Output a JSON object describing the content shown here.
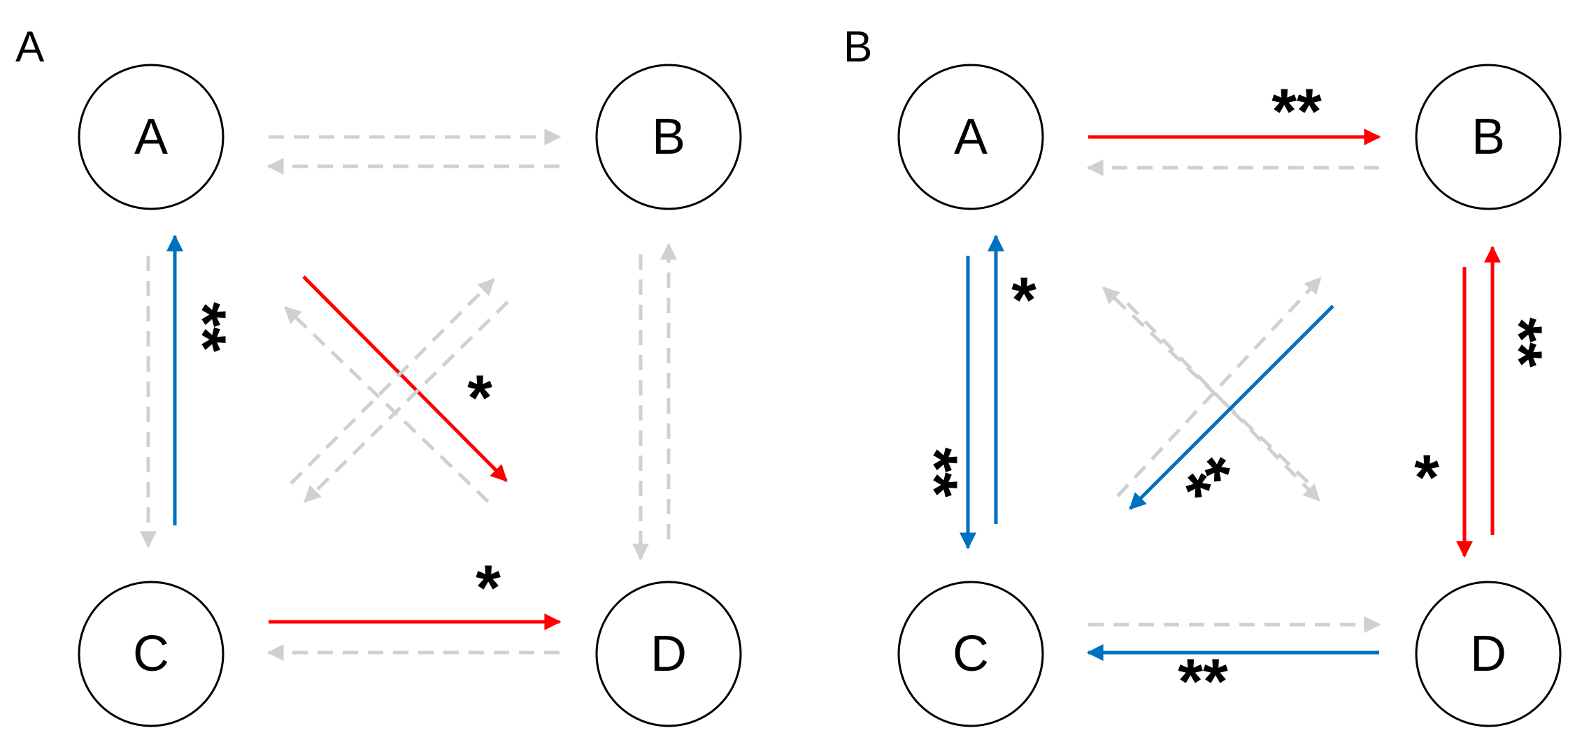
{
  "colors": {
    "increase": "#ff0000",
    "decrease": "#0070c0",
    "ns": "#d0d0d0",
    "stroke": "#000000"
  },
  "panels": [
    {
      "label": "A",
      "nodes": {
        "A": "A",
        "B": "B",
        "C": "C",
        "D": "D"
      },
      "edges": [
        {
          "from": "A",
          "to": "B",
          "status": "ns",
          "sig": ""
        },
        {
          "from": "B",
          "to": "A",
          "status": "ns",
          "sig": ""
        },
        {
          "from": "A",
          "to": "C",
          "status": "ns",
          "sig": ""
        },
        {
          "from": "C",
          "to": "A",
          "status": "decrease",
          "sig": "**"
        },
        {
          "from": "A",
          "to": "D",
          "status": "increase",
          "sig": "*"
        },
        {
          "from": "D",
          "to": "A",
          "status": "ns",
          "sig": ""
        },
        {
          "from": "B",
          "to": "C",
          "status": "ns",
          "sig": ""
        },
        {
          "from": "C",
          "to": "B",
          "status": "ns",
          "sig": ""
        },
        {
          "from": "B",
          "to": "D",
          "status": "ns",
          "sig": ""
        },
        {
          "from": "D",
          "to": "B",
          "status": "ns",
          "sig": ""
        },
        {
          "from": "C",
          "to": "D",
          "status": "increase",
          "sig": "*"
        },
        {
          "from": "D",
          "to": "C",
          "status": "ns",
          "sig": ""
        }
      ]
    },
    {
      "label": "B",
      "nodes": {
        "A": "A",
        "B": "B",
        "C": "C",
        "D": "D"
      },
      "edges": [
        {
          "from": "A",
          "to": "B",
          "status": "increase",
          "sig": "**"
        },
        {
          "from": "B",
          "to": "A",
          "status": "ns",
          "sig": ""
        },
        {
          "from": "A",
          "to": "C",
          "status": "decrease",
          "sig": "**"
        },
        {
          "from": "C",
          "to": "A",
          "status": "decrease",
          "sig": "*"
        },
        {
          "from": "A",
          "to": "D",
          "status": "ns",
          "sig": ""
        },
        {
          "from": "D",
          "to": "A",
          "status": "ns",
          "sig": ""
        },
        {
          "from": "B",
          "to": "C",
          "status": "decrease",
          "sig": "**"
        },
        {
          "from": "C",
          "to": "B",
          "status": "ns",
          "sig": ""
        },
        {
          "from": "B",
          "to": "D",
          "status": "increase",
          "sig": "*"
        },
        {
          "from": "D",
          "to": "B",
          "status": "increase",
          "sig": "**"
        },
        {
          "from": "C",
          "to": "D",
          "status": "ns",
          "sig": ""
        },
        {
          "from": "D",
          "to": "C",
          "status": "decrease",
          "sig": "**"
        }
      ]
    }
  ]
}
